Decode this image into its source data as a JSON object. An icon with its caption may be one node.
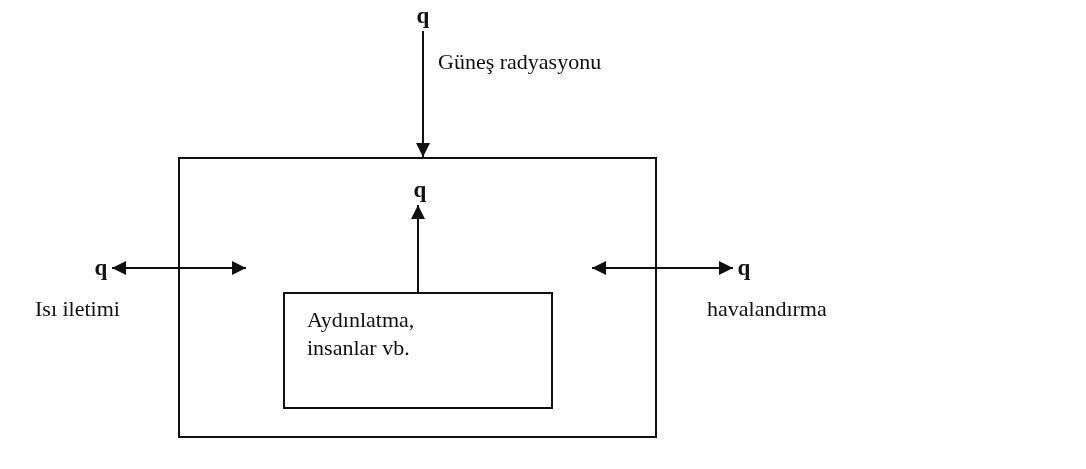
{
  "diagram": {
    "nodes": [
      {
        "text": [],
        "shape": "box"
      },
      {
        "text": [
          "Aydınlatma, insanlar vb."
        ],
        "in": 0
      },
      {
        "text": [
          "q"
        ],
        "beside": [
          "Güneş radyasyonu"
        ]
      },
      {
        "text": [
          "q"
        ],
        "in": 0
      },
      {
        "text": [
          "q"
        ],
        "beside": [
          "Isı iletimi"
        ]
      },
      {
        "text": [
          "q"
        ],
        "beside": [
          "havalandırma"
        ]
      }
    ],
    "edges": [
      {
        "from": 2,
        "to": 0,
        "arrow": "to"
      },
      {
        "from": 1,
        "to": 3,
        "arrow": "to"
      },
      {
        "from": 4,
        "to": null,
        "arrow": "both"
      },
      {
        "from": 5,
        "to": null,
        "arrow": "both"
      }
    ]
  }
}
